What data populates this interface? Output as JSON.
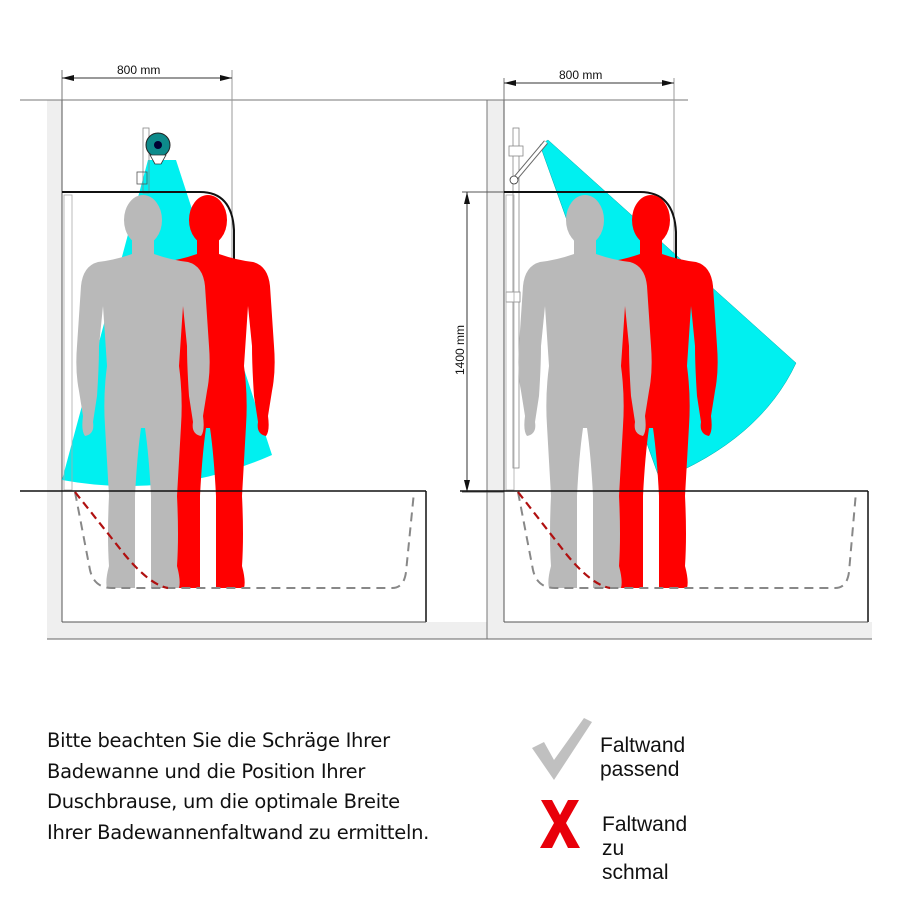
{
  "diagrams": [
    {
      "id": "left",
      "verdict": "Faltwand zu schmal",
      "width_dimension": "800 mm",
      "shower_type": "overhead round shower head, spray straight down",
      "colors": {
        "spray": "#00f0f0",
        "person_fits": "#b9b9b9",
        "person_blocked": "#ff0000"
      }
    },
    {
      "id": "right",
      "verdict": "Faltwand passend",
      "width_dimension": "800 mm",
      "height_dimension": "1400 mm",
      "shower_type": "angled hand shower on slide bar, spray angled outward",
      "colors": {
        "spray": "#00f0f0",
        "person_fits": "#b9b9b9",
        "person_blocked": "#ff0000"
      }
    }
  ],
  "note": {
    "lines": [
      "Bitte beachten Sie die Schräge Ihrer",
      "Badewanne und die Position Ihrer",
      "Duschbrause, um die optimale Breite",
      "Ihrer Badewannenfaltwand zu ermitteln."
    ]
  },
  "legend": [
    {
      "icon": "checkmark-icon",
      "label": "Faltwand passend",
      "color": "#c0c0c0"
    },
    {
      "icon": "x-mark-icon",
      "label": "Faltwand zu schmal",
      "color": "#e8000a"
    }
  ]
}
